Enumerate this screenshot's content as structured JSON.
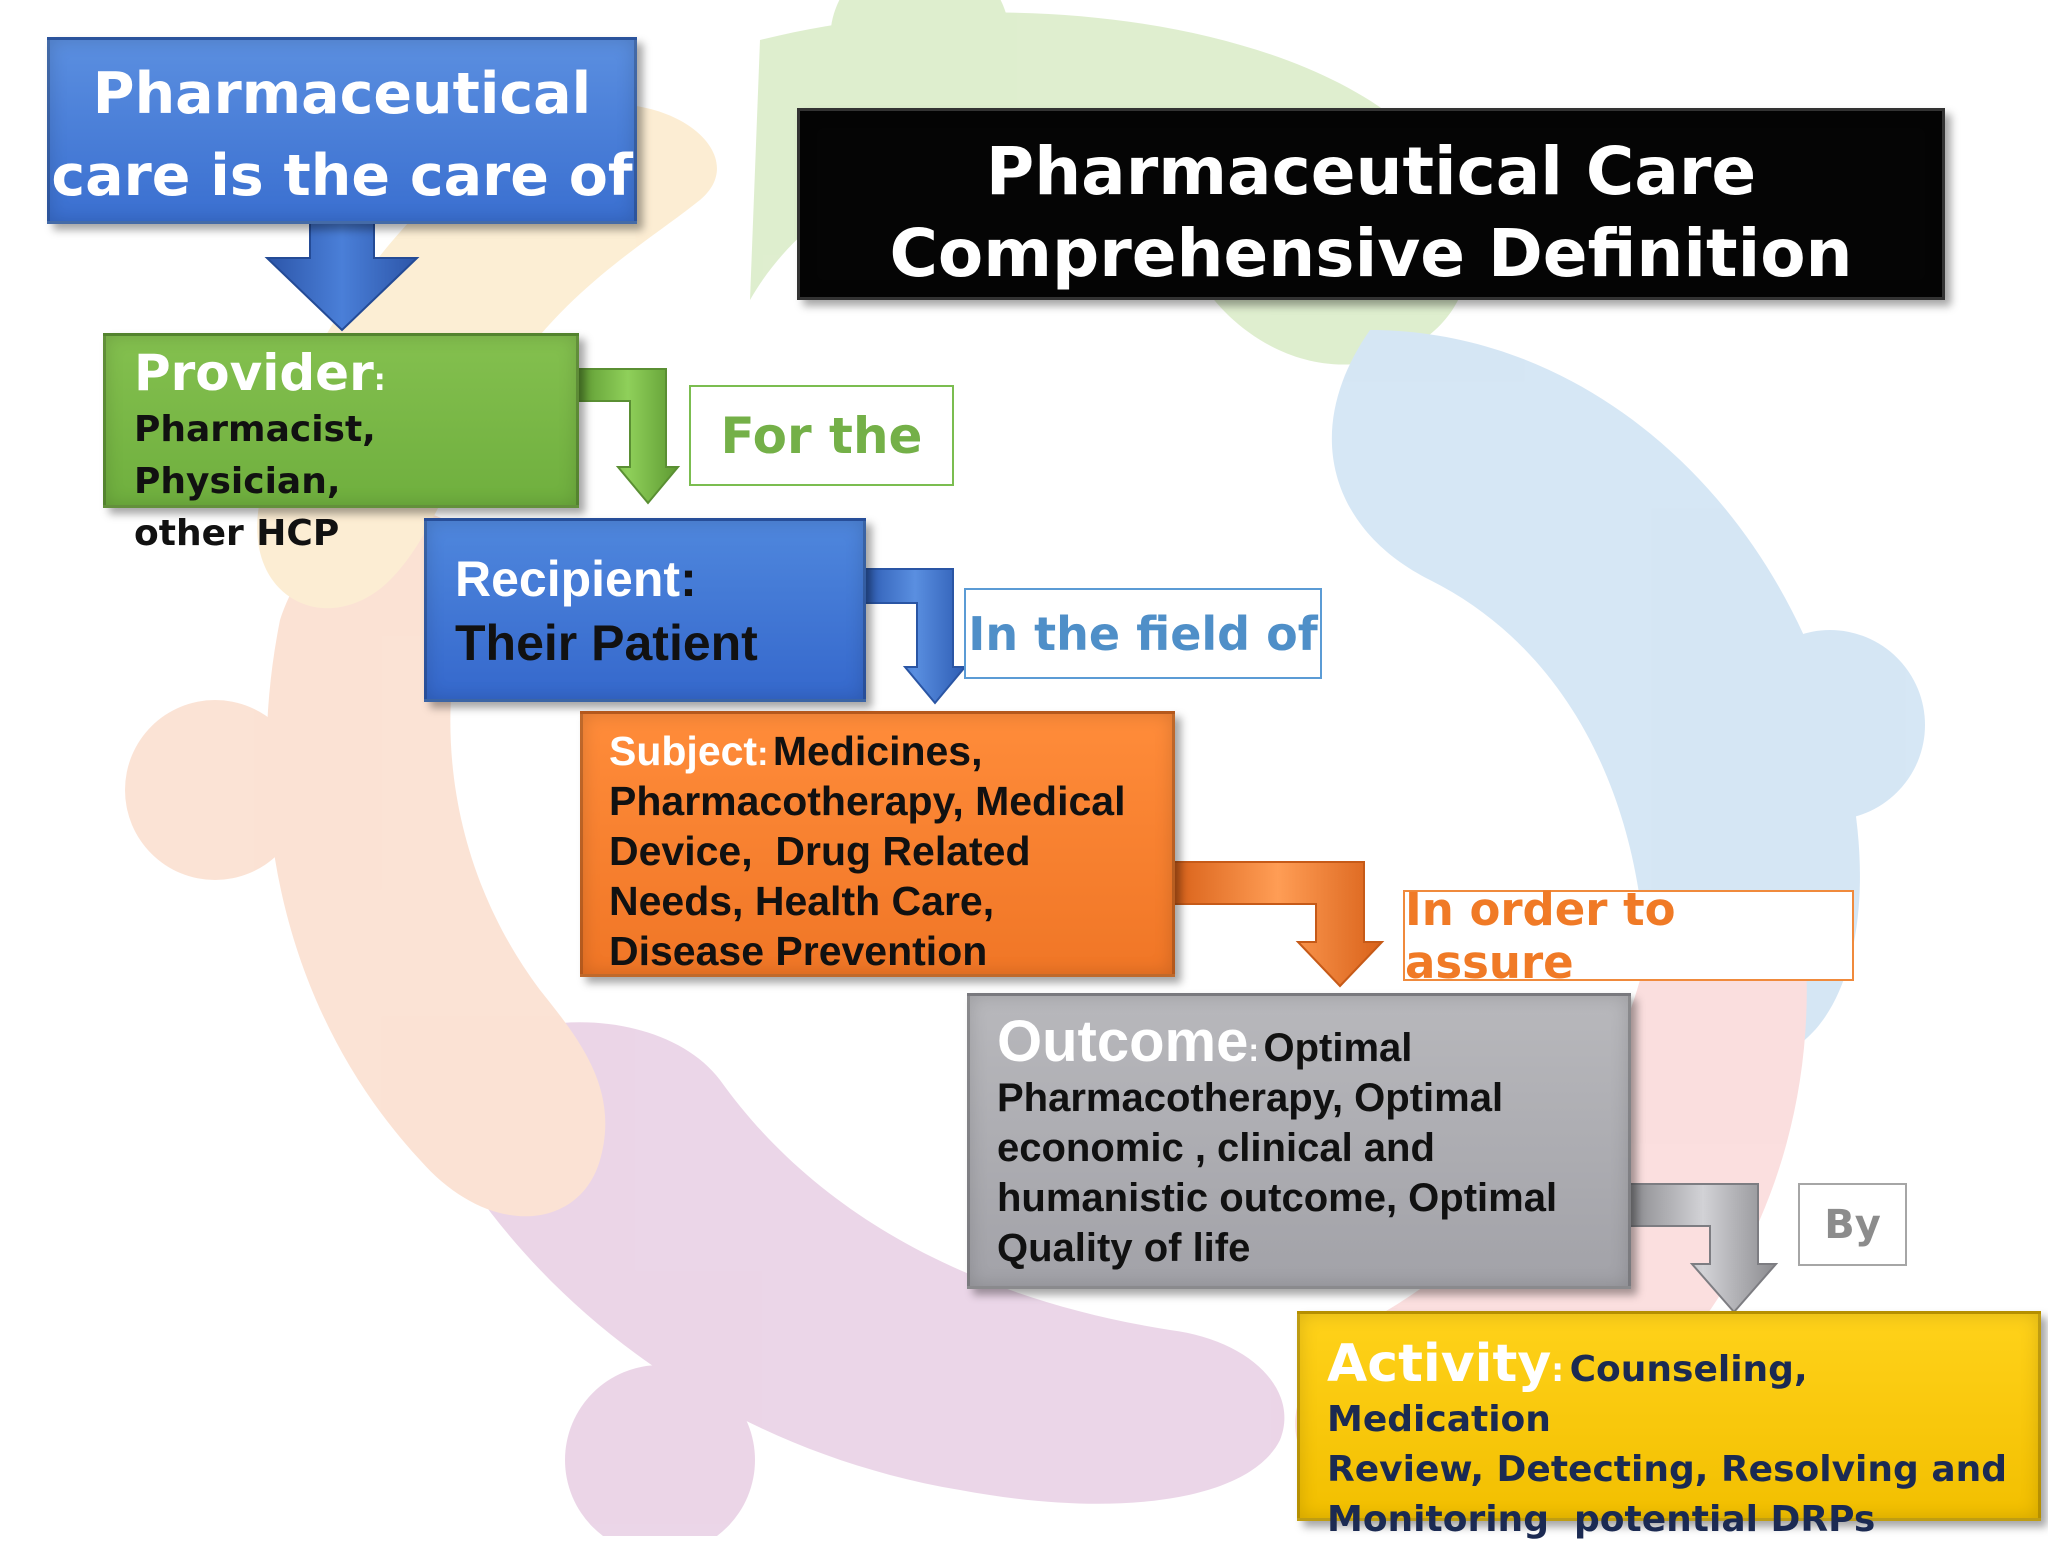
{
  "title": {
    "line1": "Pharmaceutical Care",
    "line2": "Comprehensive Definition"
  },
  "intro": {
    "line1": "Pharmaceutical",
    "line2": "care is the care of"
  },
  "steps": [
    {
      "heading": "Provider",
      "separator": ":",
      "body_lines": [
        "Pharmacist, Physician,",
        "other HCP"
      ],
      "color": "#78b84a"
    },
    {
      "heading": "Recipient",
      "separator": ":",
      "body_lines": [
        "Their Patient"
      ],
      "color": "#4477d6"
    },
    {
      "heading": "Subject",
      "separator": ":",
      "body_lines": [
        "Medicines,",
        "Pharmacotherapy, Medical",
        "Device,  Drug Related",
        "Needs, Health Care,",
        "Disease Prevention"
      ],
      "color": "#f57f2f"
    },
    {
      "heading": "Outcome",
      "separator": ":",
      "body_lines": [
        "Optimal",
        "Pharmacotherapy, Optimal",
        "economic , clinical and",
        "humanistic outcome, Optimal",
        "Quality of life"
      ],
      "color": "#adadb1"
    },
    {
      "heading": "Activity",
      "separator": ":",
      "body_lines": [
        "Counseling, Medication",
        "Review, Detecting, Resolving and",
        "Monitoring  potential DRPs"
      ],
      "color": "#f9c80e"
    }
  ],
  "connectors": [
    {
      "text": "For the",
      "color": "#74b048"
    },
    {
      "text": "In the field of",
      "color": "#4f8fc8"
    },
    {
      "text": "In order to assure",
      "color": "#f07a26"
    },
    {
      "text": "By",
      "color": "#8c8c8c"
    }
  ]
}
